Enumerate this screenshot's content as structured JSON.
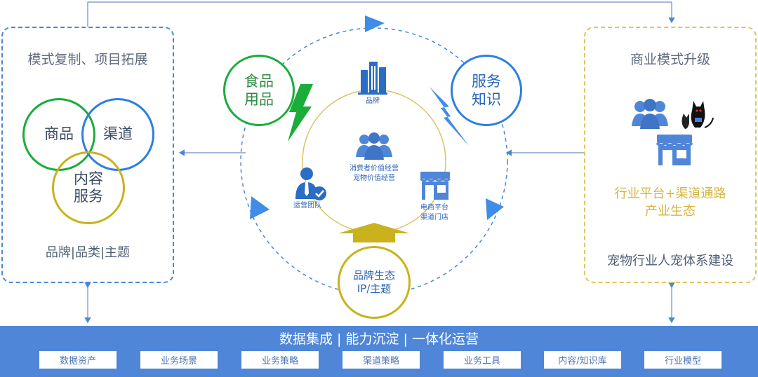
{
  "left": {
    "title": "模式复制、项目拓展",
    "venn": [
      "商品",
      "渠道",
      "内容\n服务"
    ],
    "bottom": "品牌|品类|主题"
  },
  "right": {
    "title": "商业模式升级",
    "industry": "行业平台+渠道通路\n产业生态",
    "bottom": "宠物行业人宠体系建设"
  },
  "center": {
    "brand_label": "品牌",
    "consumer_label": "消费者价值经营\n宠物价值经营",
    "ops_label": "运营团队",
    "shop_label": "电商平台\n渠道门店",
    "food_bubble": "食品\n用品",
    "service_bubble": "服务\n知识",
    "ip_bubble": "品牌生态\nIP/主题"
  },
  "bottom_bar": {
    "title": "数据集成 | 能力沉淀 | 一体化运营",
    "items": [
      "数据资产",
      "业务场景",
      "业务策略",
      "渠道策略",
      "业务工具",
      "内容/知识库",
      "行业模型"
    ]
  },
  "colors": {
    "blue": "#4a86d8",
    "green": "#1aad3a",
    "gold": "#c9b21c",
    "bar": "#4f86d8"
  }
}
